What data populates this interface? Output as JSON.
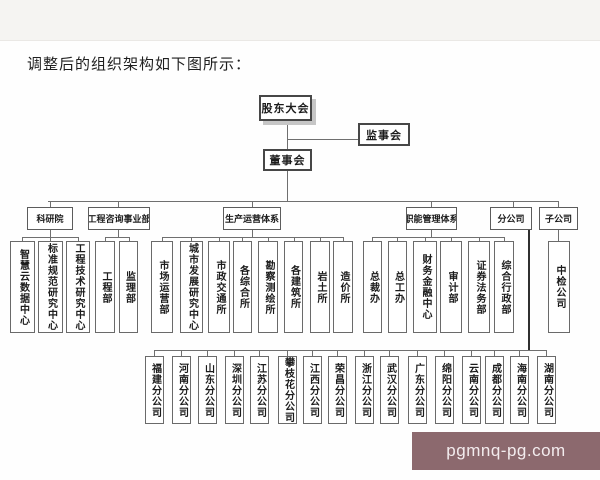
{
  "title": "调整后的组织架构如下图所示：",
  "watermark": {
    "text": "pgmnq-pg.com",
    "bg_color": "#8c696e",
    "text_color": "#f3ecee"
  },
  "colors": {
    "connector": "#6f6f6f",
    "thick_connector": "#2f2f2f",
    "box_border": "#5c5c5c",
    "shadow": "#c6c6c6",
    "top_band": "#f5f4f2"
  },
  "org": {
    "root": "股东大会",
    "supervisory": "监事会",
    "board": "董事会",
    "divisions": [
      {
        "label": "科研院",
        "children": [
          "智慧云数据中心",
          "标准规范研究中心",
          "工程技术研究中心"
        ]
      },
      {
        "label": "工程咨询事业部",
        "children": [
          "工程部",
          "监理部"
        ]
      },
      {
        "label": "生产运营体系",
        "children": [
          "市场运营部",
          "城市发展研究中心",
          "市政交通所",
          "各综合所",
          "勘察测绘所",
          "各建筑所",
          "岩土所",
          "造价所"
        ]
      },
      {
        "label": "职能管理体系",
        "children": [
          "总裁办",
          "总工办",
          "财务金融中心",
          "审计部",
          "证券法务部",
          "综合行政部"
        ]
      },
      {
        "label": "分公司",
        "children": [
          "福建分公司",
          "河南分公司",
          "山东分公司",
          "深圳分公司",
          "江苏分公司",
          "攀枝花分公司",
          "江西分公司",
          "荣昌分公司",
          "浙江分公司",
          "武汉分公司",
          "广东分公司",
          "绵阳分公司",
          "云南分公司",
          "成都分公司",
          "海南分公司",
          "湖南分公司"
        ]
      },
      {
        "label": "子公司",
        "children": [
          "中检公司"
        ]
      }
    ]
  }
}
